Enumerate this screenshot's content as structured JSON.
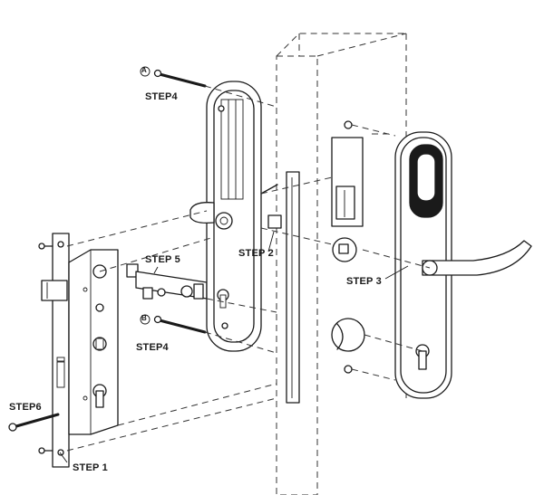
{
  "labels": {
    "step1": "STEP 1",
    "step2": "STEP 2",
    "step3": "STEP 3",
    "step4_top": "STEP4",
    "step4_bottom": "STEP4",
    "step5": "STEP 5",
    "step6": "STEP6",
    "marker_a": "A",
    "marker_b": "B"
  }
}
